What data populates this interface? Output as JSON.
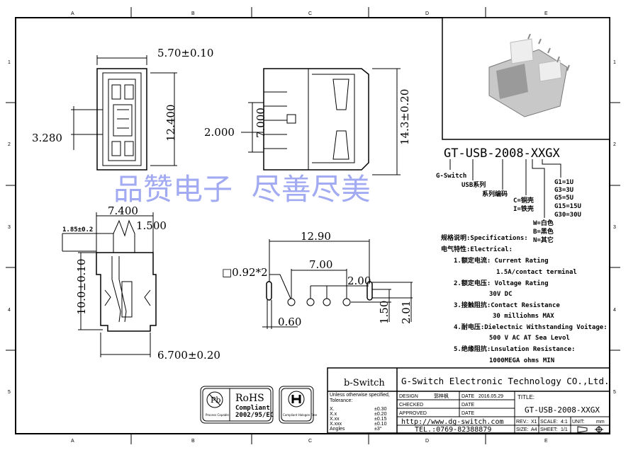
{
  "frame": {
    "columns": [
      "A",
      "B",
      "C",
      "D",
      "E"
    ],
    "rows": [
      "1",
      "2",
      "3",
      "4",
      "5"
    ]
  },
  "watermark": "品赞电子  尽善尽美",
  "front_view": {
    "width": "5.70±0.10",
    "height": "12.400",
    "offset": "3.280"
  },
  "side_view": {
    "pin_offset": "2.000",
    "pin_span": "7.000",
    "height": "14.3±0.20"
  },
  "bottom_view": {
    "width_top": "7.400",
    "tab": "1.500",
    "step": "1.85±0.2",
    "height": "10.0±0.10",
    "width_bottom": "6.700±0.20"
  },
  "pcb_layout": {
    "span": "12.90",
    "pin_pitch": "7.00",
    "pad": "□0.92*2",
    "pin_spacing": "2.00",
    "pad_width": "0.60",
    "row_offset": "1.50",
    "tab_offset": "2.01"
  },
  "part_code": {
    "title": "GT-USB-2008-XXGX",
    "labels": [
      "G-Switch",
      "USB系列",
      "系列编码",
      "C=铜壳",
      "I=铁壳",
      "W=白色",
      "B=黑色",
      "N=其它",
      "G1=1U",
      "G3=3U",
      "G5=5U",
      "G15=15U",
      "G30=30U"
    ]
  },
  "specs": {
    "heading": "规格说明:Specifications:",
    "electrical": "电气特性:Electrical:",
    "items": [
      "1.额定电流: Current Rating",
      "1.5A/contact terminal",
      "2.额定电压: Voltage Rating",
      "30V DC",
      "3.接触阻抗:Contact Resistance",
      "30 milliohms MAX",
      "4.耐电压:Dielectnic Withstanding Voitage:",
      "500 V AC AT Sea Levol",
      "5.绝缘阻抗:Lnsulation Resistance:",
      "1000MEGA ohms MIN"
    ]
  },
  "badges": {
    "pb": "Pb",
    "pb_note": "Process Capable",
    "rohs": "RoHS",
    "rohs_compliant": "Compliant",
    "rohs_directive": "2002/95/EC",
    "halogen": "Compliant Halogen Free"
  },
  "title_block": {
    "logo": "b-Switch",
    "company": "G-Switch Electronic Technology CO.,Ltd.",
    "tolerance_heading": "Unless otherwise specified, Tolerance:",
    "tolerances": [
      [
        "X.",
        "±0.30"
      ],
      [
        "X.x",
        "±0.20"
      ],
      [
        "X.xx",
        "±0.15"
      ],
      [
        "X.xxx",
        "±0.10"
      ],
      [
        "Angles",
        "±3°"
      ]
    ],
    "design_label": "DESIGN",
    "designer": "郭梓枫",
    "checked_label": "CHECKED",
    "approved_label": "APPROVED",
    "date_label": "DATE",
    "design_date": "2016.05.29",
    "title_label": "TITLE:",
    "title": "GT-USB-2008-XXGX",
    "url": "http://www.dg-switch.com",
    "tel": "TEL.:0769-82388879",
    "rev_label": "REV.:",
    "rev": "X1",
    "scale_label": "SCALE:",
    "scale": "4:1",
    "unit_label": "UNIT:",
    "unit": "mm",
    "size_label": "SIZE:",
    "size": "A4",
    "sheet_label": "SHEET:",
    "sheet": "1/1"
  }
}
